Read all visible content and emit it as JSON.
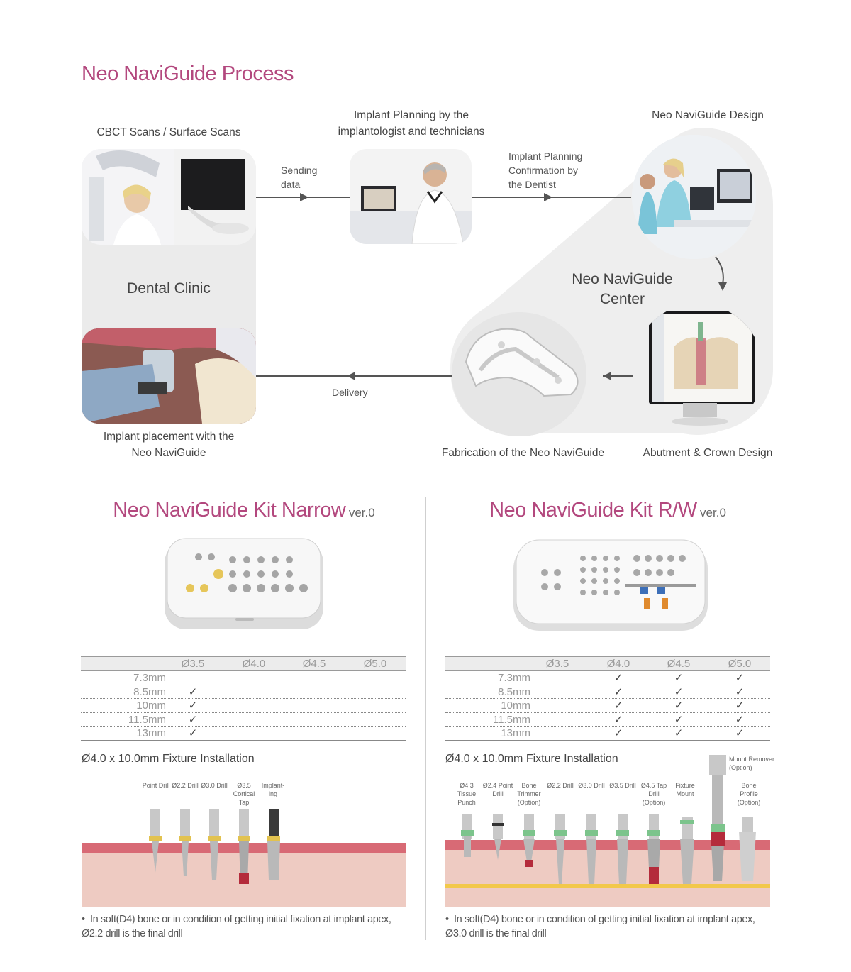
{
  "process": {
    "title": "Neo NaviGuide Process",
    "steps": {
      "scans": "CBCT Scans / Surface Scans",
      "planning": "Implant Planning by the implantologist and technicians",
      "design": "Neo NaviGuide Design",
      "clinic": "Dental Clinic",
      "center": "Neo NaviGuide Center",
      "placement": "Implant placement with the Neo NaviGuide",
      "fabrication": "Fabrication of the Neo NaviGuide",
      "abutment": "Abutment & Crown Design"
    },
    "arrows": {
      "sending": "Sending data",
      "confirmation": "Implant Planning Confirmation by the Dentist",
      "delivery": "Delivery"
    }
  },
  "kits": [
    {
      "title": "Neo NaviGuide Kit Narrow",
      "version": "ver.0",
      "columns": [
        "Ø3.5",
        "Ø4.0",
        "Ø4.5",
        "Ø5.0"
      ],
      "rows": [
        {
          "length": "7.3mm",
          "checks": [
            "",
            "",
            "",
            ""
          ]
        },
        {
          "length": "8.5mm",
          "checks": [
            "✓",
            "",
            "",
            ""
          ]
        },
        {
          "length": "10mm",
          "checks": [
            "✓",
            "",
            "",
            ""
          ]
        },
        {
          "length": "11.5mm",
          "checks": [
            "✓",
            "",
            "",
            ""
          ]
        },
        {
          "length": "13mm",
          "checks": [
            "✓",
            "",
            "",
            ""
          ]
        }
      ],
      "fixture_title": "Ø4.0 x 10.0mm Fixture Installation",
      "tools": [
        "Point Drill",
        "Ø2.2 Drill",
        "Ø3.0 Drill",
        "Ø3.5 Cortical Tap",
        "Implant-ing"
      ],
      "note": "In soft(D4) bone or in condition of getting initial fixation at implant apex, Ø2.2 drill is the final drill"
    },
    {
      "title": "Neo NaviGuide Kit R/W",
      "version": "ver.0",
      "columns": [
        "Ø3.5",
        "Ø4.0",
        "Ø4.5",
        "Ø5.0"
      ],
      "rows": [
        {
          "length": "7.3mm",
          "checks": [
            "",
            "✓",
            "✓",
            "✓"
          ]
        },
        {
          "length": "8.5mm",
          "checks": [
            "",
            "✓",
            "✓",
            "✓"
          ]
        },
        {
          "length": "10mm",
          "checks": [
            "",
            "✓",
            "✓",
            "✓"
          ]
        },
        {
          "length": "11.5mm",
          "checks": [
            "",
            "✓",
            "✓",
            "✓"
          ]
        },
        {
          "length": "13mm",
          "checks": [
            "",
            "✓",
            "✓",
            "✓"
          ]
        }
      ],
      "fixture_title": "Ø4.0 x 10.0mm Fixture Installation",
      "mount_remover": "Mount Remover (Option)",
      "tools": [
        "Ø4.3 Tissue Punch",
        "Ø2.4 Point Drill",
        "Bone Trimmer (Option)",
        "Ø2.2 Drill",
        "Ø3.0 Drill",
        "Ø3.5 Drill",
        "Ø4.5 Tap Drill (Option)",
        "Fixture Mount",
        "",
        "Bone Profile (Option)"
      ],
      "note": "In soft(D4) bone or in condition of getting initial fixation at implant apex, Ø3.0 drill is the final drill"
    }
  ],
  "colors": {
    "accent": "#b3487e",
    "gum": "#d86a75",
    "bone": "#ecc9bf"
  }
}
